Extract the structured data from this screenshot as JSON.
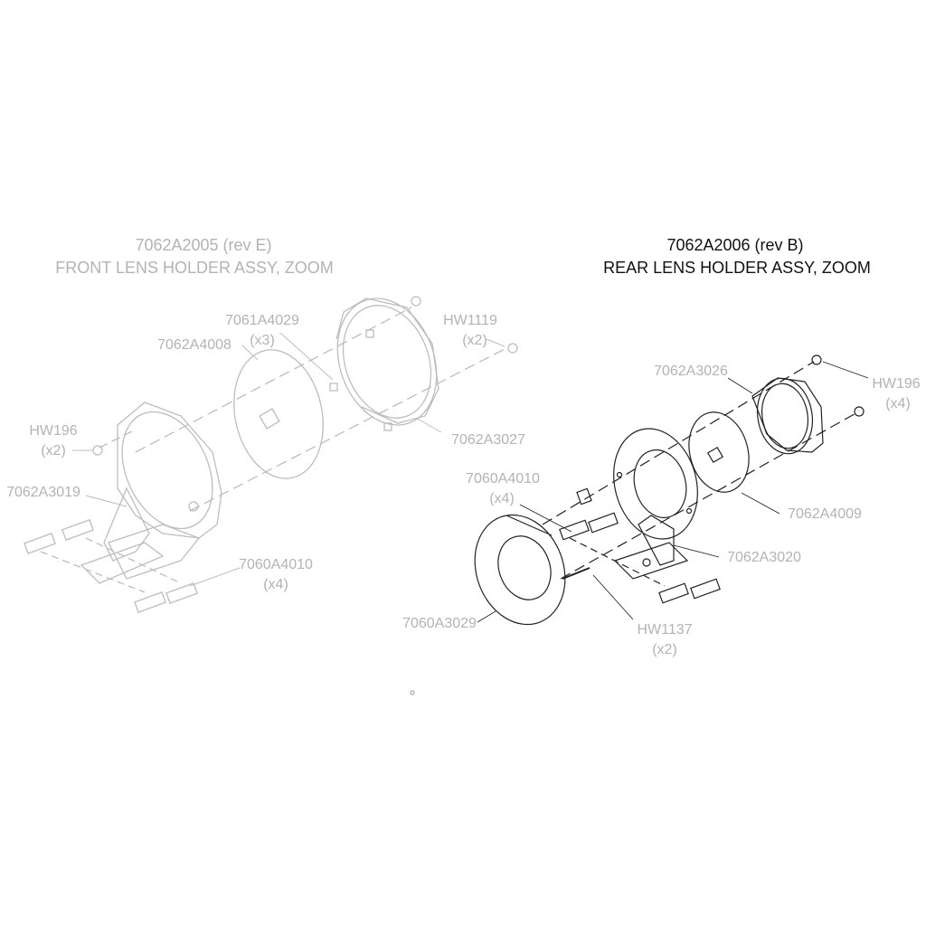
{
  "front": {
    "part_number": "7062A2005 (rev E)",
    "description": "FRONT LENS HOLDER ASSY, ZOOM",
    "callouts": {
      "lens_7061A4029": "7061A4029",
      "lens_7061A4029_qty": "(x3)",
      "lens_7062A4008": "7062A4008",
      "hw1119": "HW1119",
      "hw1119_qty": "(x2)",
      "hw196": "HW196",
      "hw196_qty": "(x2)",
      "ring_7062A3027": "7062A3027",
      "bracket_7062A3019": "7062A3019",
      "pad_7060A4010": "7060A4010",
      "pad_7060A4010_qty": "(x4)"
    }
  },
  "rear": {
    "part_number": "7062A2006 (rev B)",
    "description": "REAR LENS HOLDER ASSY, ZOOM",
    "callouts": {
      "ring_7062A3026": "7062A3026",
      "hw196": "HW196",
      "hw196_qty": "(x4)",
      "pad_7060A4010": "7060A4010",
      "pad_7060A4010_qty": "(x4)",
      "lens_7062A4009": "7062A4009",
      "bracket_7062A3020": "7062A3020",
      "hw1137": "HW1137",
      "hw1137_qty": "(x2)",
      "plate_7060A3029": "7060A3029"
    }
  },
  "colors": {
    "faded": "#b3b3b3",
    "active": "#111111"
  }
}
